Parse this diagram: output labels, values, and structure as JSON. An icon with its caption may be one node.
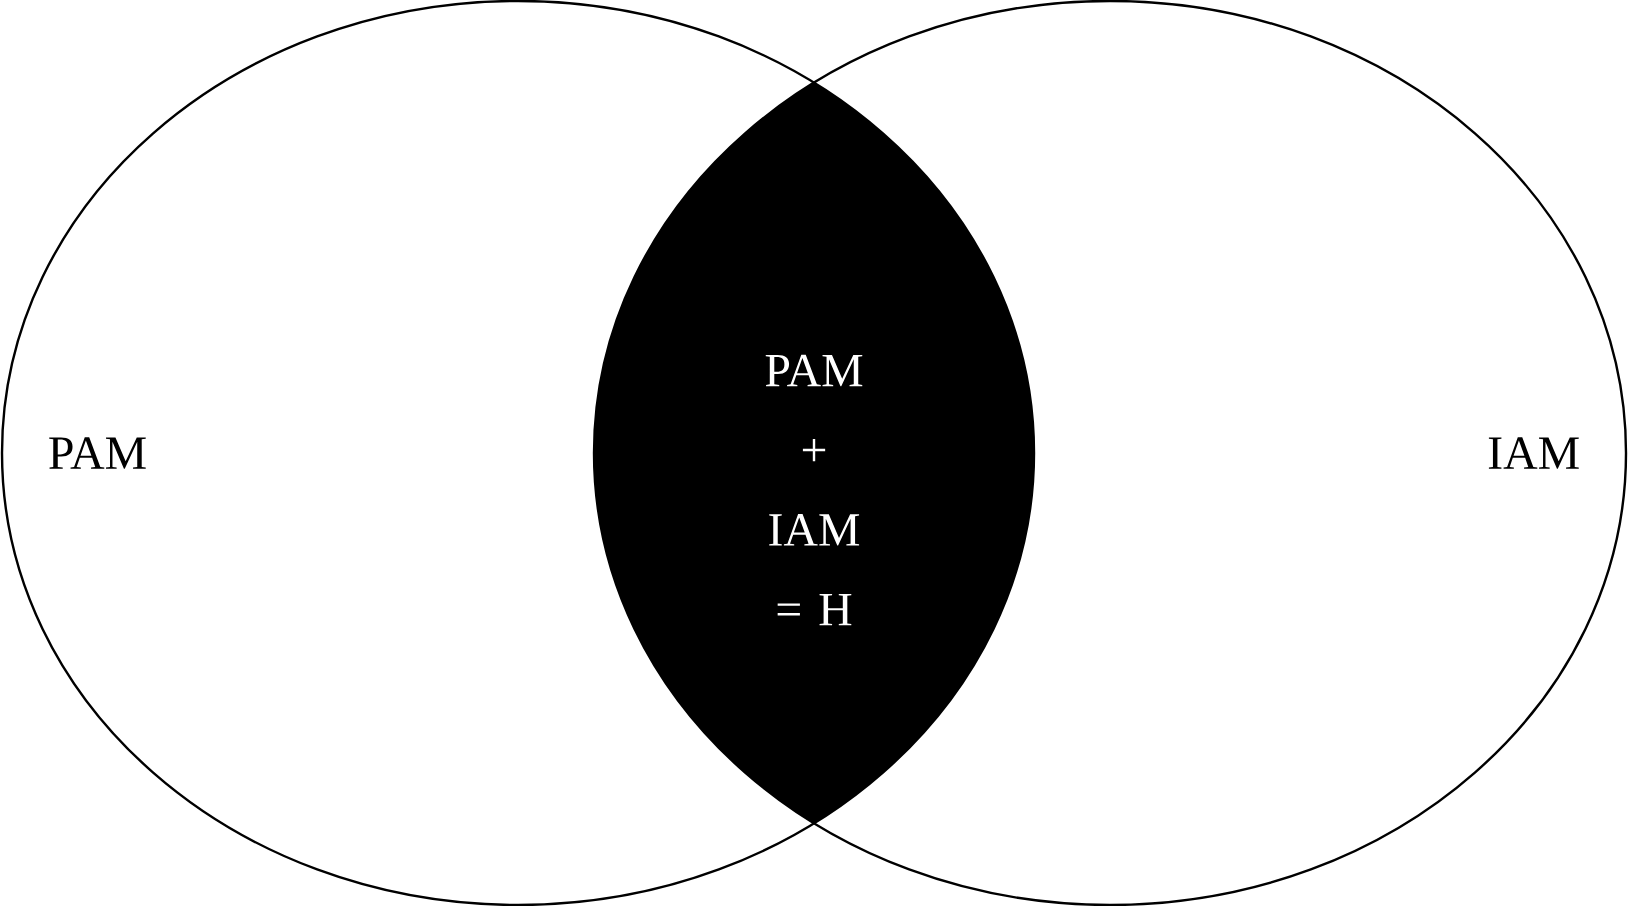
{
  "diagram": {
    "nodes": [
      {
        "text": [
          "PAM"
        ]
      },
      {
        "text": [
          "IAM"
        ]
      },
      {
        "text": [
          "PAM + IAM = H"
        ]
      }
    ]
  }
}
